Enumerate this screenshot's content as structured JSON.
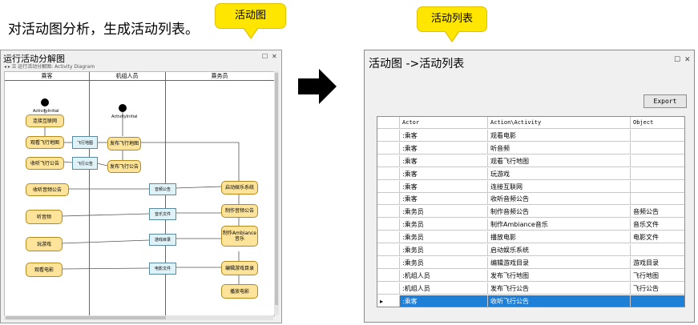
{
  "heading": "对活动图分析，生成活动列表。",
  "callouts": {
    "left": "活动图",
    "right": "活动列表"
  },
  "left_window": {
    "title": "运行活动分解图",
    "tab": "运行活动分解图: Activity Diagram",
    "lanes": [
      "乘客",
      "机组人员",
      "乘务员"
    ],
    "start_label_1": "ActivityInitial",
    "start_label_2": "ActivityInitial",
    "activities": {
      "a1": "连接互联网",
      "a2": "观看飞行地图",
      "a3": "收听飞行公告",
      "a4": "收听音频公告",
      "a5": "听音频",
      "a6": "玩游戏",
      "a7": "观看电影",
      "b1": "发布飞行地图",
      "b2": "发布飞行公告",
      "c1": "启动娱乐系统",
      "c2": "制作音频公告",
      "c3": "制作Ambiance音乐",
      "c4": "编辑游戏目录",
      "c5": "播放电影"
    },
    "objects": {
      "o1": "飞行地图",
      "o2": "飞行公告",
      "o3": "音频公告",
      "o4": "音乐文件",
      "o5": "游戏目录",
      "o6": "电影文件"
    }
  },
  "right_window": {
    "title": "活动图 ->活动列表",
    "export_label": "Export",
    "columns": [
      "Actor",
      "Action\\Activity",
      "Object"
    ],
    "rows": [
      [
        ":乘客",
        "观看电影",
        ""
      ],
      [
        ":乘客",
        "听音频",
        ""
      ],
      [
        ":乘客",
        "观看飞行地图",
        ""
      ],
      [
        ":乘客",
        "玩游戏",
        ""
      ],
      [
        ":乘客",
        "连接互联网",
        ""
      ],
      [
        ":乘客",
        "收听音频公告",
        ""
      ],
      [
        ":乘务员",
        "制作音频公告",
        "音频公告"
      ],
      [
        ":乘务员",
        "制作Ambiance音乐",
        "音乐文件"
      ],
      [
        ":乘务员",
        "播放电影",
        "电影文件"
      ],
      [
        ":乘务员",
        "启动娱乐系统",
        ""
      ],
      [
        ":乘务员",
        "编辑游戏目录",
        "游戏目录"
      ],
      [
        ":机组人员",
        "发布飞行地图",
        "飞行地图"
      ],
      [
        ":机组人员",
        "发布飞行公告",
        "飞行公告"
      ],
      [
        ":乘客",
        "收听飞行公告",
        ""
      ]
    ],
    "selected_row": 13,
    "row_marker": "▸"
  }
}
